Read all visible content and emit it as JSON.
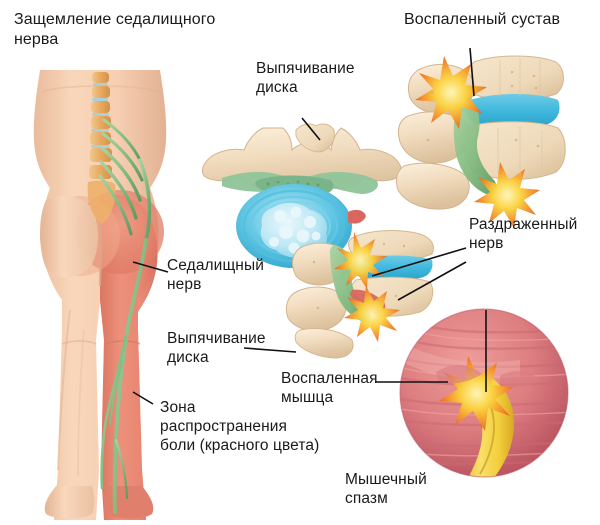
{
  "figure": {
    "kind": "medical-illustration",
    "subject": "Sciatic nerve compression (sciatica) anatomy diagram",
    "background_color": "#ffffff",
    "text_color": "#1a1a1a"
  },
  "labels": {
    "title_sciatic": "Защемление седалищного\nнерва",
    "disc_bulge_top": "Выпячивание\nдиска",
    "inflamed_joint": "Воспаленный сустав",
    "irritated_nerve": "Раздраженный\nнерв",
    "sciatic_nerve": "Седалищный\nнерв",
    "disc_bulge_mid": "Выпячивание\nдиска",
    "pain_zone": "Зона\nраспространения\nболи (красного цвета)",
    "inflamed_muscle": "Воспаленная\nмышца",
    "muscle_spasm": "Мышечный\nспазм"
  },
  "palette": {
    "skin": "#f7cfb2",
    "skin_shadow": "#e8b998",
    "pain_red": "#e8836f",
    "pain_red_deep": "#dd6f5c",
    "nerve_green": "#8cbf8a",
    "bone_cream": "#f2ddc0",
    "bone_shadow": "#dcc19c",
    "disc_blue": "#3fb8dd",
    "disc_blue_light": "#9fdcee",
    "nucleus_light": "#cdecf6",
    "cartilage_green": "#8fc49a",
    "muscle_pink": "#e08a8c",
    "muscle_red": "#c9606a",
    "nerve_yellow": "#f5d54a",
    "flare_orange": "#f07a20",
    "flare_yellow": "#fbe45c",
    "spine_orange": "#e8a75a",
    "leader_line": "#111111"
  },
  "elements": {
    "body_figure": "posterior view of lower body, legs and buttocks",
    "vertebra_axial": "top-down lumbar vertebra with bulging disc",
    "spine_lateral_mid": "lateral lumbar spine segment with nerve impingement",
    "spine_lateral_top": "lateral vertebral joint with inflammation flares",
    "muscle_inset": "circular close-up of muscle in spasm compressing nerve"
  }
}
